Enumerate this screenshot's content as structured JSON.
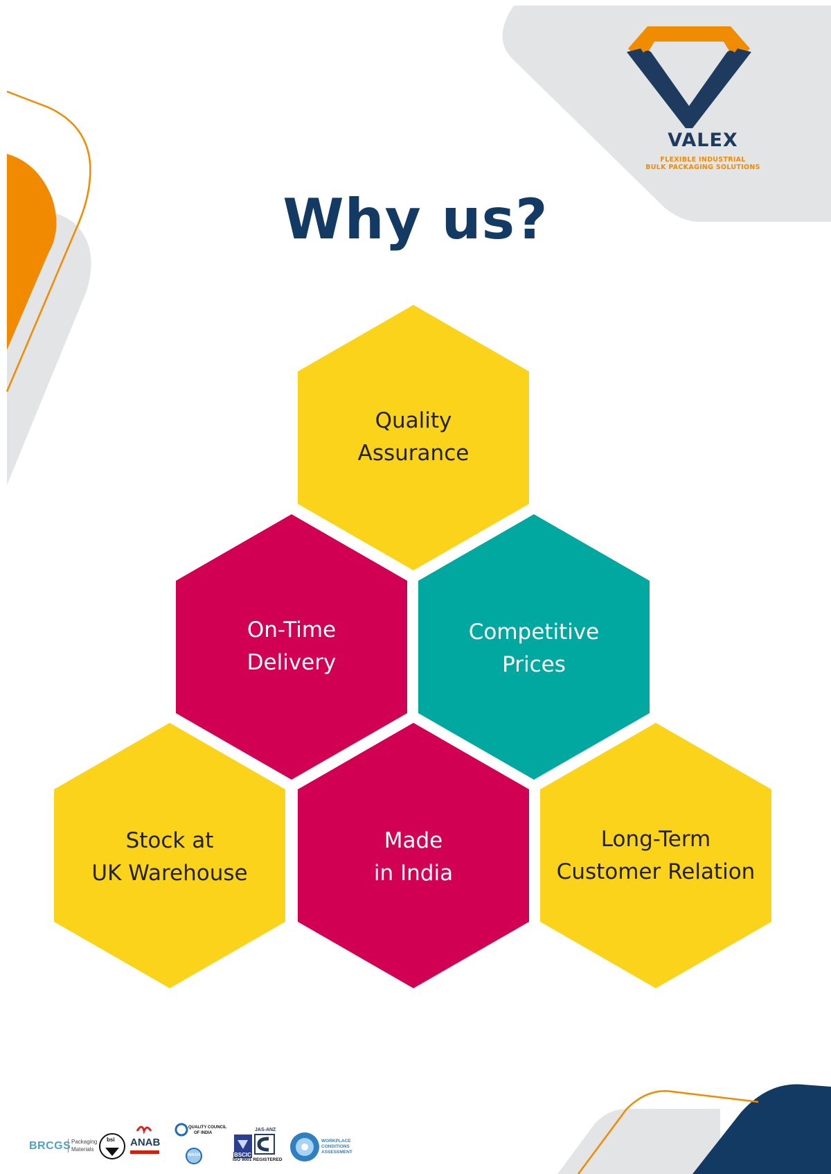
{
  "brand": {
    "name": "VALEX",
    "tagline_line1": "FLEXIBLE INDUSTRIAL",
    "tagline_line2": "BULK PACKAGING SOLUTIONS"
  },
  "title": "Why us?",
  "colors": {
    "yellow": "#fcd31b",
    "magenta": "#d10053",
    "teal": "#00a8a0",
    "navy": "#133a63",
    "orange": "#f28a00",
    "grey": "#e3e4e5"
  },
  "features": [
    {
      "line1": "Quality",
      "line2": "Assurance",
      "color": "#fcd31b",
      "text_color": "#222222"
    },
    {
      "line1": "On-Time",
      "line2": "Delivery",
      "color": "#d10053",
      "text_color": "#ffffff"
    },
    {
      "line1": "Competitive",
      "line2": "Prices",
      "color": "#00a8a0",
      "text_color": "#ffffff"
    },
    {
      "line1": "Stock at",
      "line2": "UK Warehouse",
      "color": "#fcd31b",
      "text_color": "#222222"
    },
    {
      "line1": "Made",
      "line2": "in India",
      "color": "#d10053",
      "text_color": "#ffffff"
    },
    {
      "line1": "Long-Term",
      "line2": "Customer Relation",
      "color": "#fcd31b",
      "text_color": "#222222"
    }
  ],
  "certifications": {
    "brcgs": "BRCGS",
    "brcgs_sub1": "Packaging",
    "brcgs_sub2": "Materials",
    "bsi": "bsi",
    "anab": "ANAB",
    "qci_line1": "QUALITY COUNCIL",
    "qci_line2": "OF INDIA",
    "qci_badge": "WASH",
    "bscic": "BSCIC",
    "jas_anz": "JAS-ANZ",
    "iso": "ISO 9001 REGISTERED",
    "wca_line1": "WORKPLACE",
    "wca_line2": "CONDITIONS",
    "wca_line3": "ASSESSMENT"
  }
}
